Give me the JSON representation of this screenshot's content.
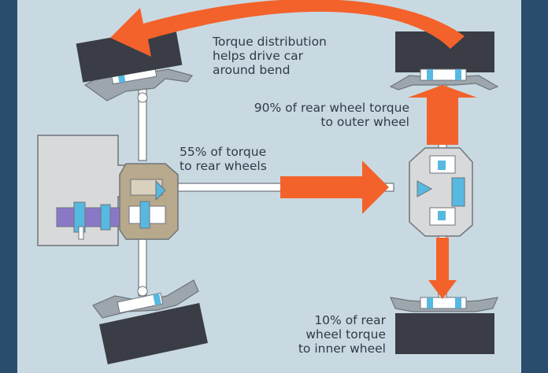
{
  "labels": {
    "torque_distribution": [
      "Torque distribution",
      "helps drive car",
      "around bend"
    ],
    "rear_split": [
      "55% of torque",
      "to rear wheels"
    ],
    "outer_wheel": [
      "90% of rear wheel torque",
      "to outer wheel"
    ],
    "inner_wheel": [
      "10% of rear",
      "wheel torque",
      "to inner wheel"
    ]
  },
  "colors": {
    "frame": "#2a4d6e",
    "background": "#c9d9e2",
    "tyre": "#3a3d45",
    "hub": "#9ea6ad",
    "shaft": "#ffffff",
    "arrow": "#f2622a",
    "gear_blue": "#57b8e0",
    "gear_purple": "#8a78c6",
    "transfer_case": "#b8a98c",
    "engine": "#d8d9da"
  }
}
